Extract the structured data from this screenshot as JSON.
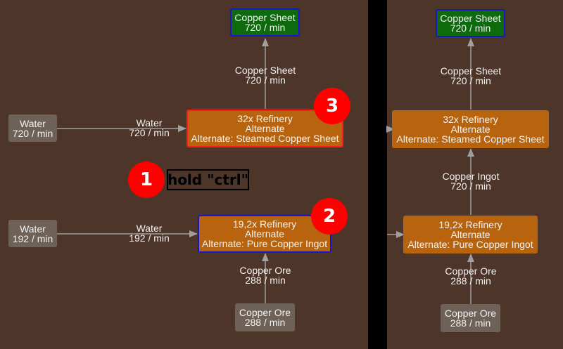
{
  "left": {
    "nodes": {
      "water_top": {
        "name": "Water",
        "rate": "720 / min"
      },
      "water_bottom": {
        "name": "Water",
        "rate": "192 / min"
      },
      "refinery_sheet": {
        "line1": "32x Refinery",
        "line2": "Alternate",
        "line3": "Alternate: Steamed Copper Sheet"
      },
      "refinery_ingot": {
        "line1": "19,2x Refinery",
        "line2": "Alternate",
        "line3": "Alternate: Pure Copper Ingot"
      },
      "output": {
        "name": "Copper Sheet",
        "rate": "720 / min"
      },
      "ore": {
        "name": "Copper Ore",
        "rate": "288 / min"
      }
    },
    "edges": {
      "water_top": {
        "name": "Water",
        "rate": "720 / min"
      },
      "water_bottom": {
        "name": "Water",
        "rate": "192 / min"
      },
      "sheet": {
        "name": "Copper Sheet",
        "rate": "720 / min"
      },
      "ore": {
        "name": "Copper Ore",
        "rate": "288 / min"
      }
    }
  },
  "right": {
    "nodes": {
      "output": {
        "name": "Copper Sheet",
        "rate": "720 / min"
      },
      "refinery_sheet": {
        "line1": "32x Refinery",
        "line2": "Alternate",
        "line3": "Alternate: Steamed Copper Sheet"
      },
      "refinery_ingot": {
        "line1": "19,2x Refinery",
        "line2": "Alternate",
        "line3": "Alternate: Pure Copper Ingot"
      },
      "ore": {
        "name": "Copper Ore",
        "rate": "288 / min"
      }
    },
    "edges": {
      "sheet": {
        "name": "Copper Sheet",
        "rate": "720 / min"
      },
      "ingot": {
        "name": "Copper Ingot",
        "rate": "720 / min"
      },
      "ore": {
        "name": "Copper Ore",
        "rate": "288 / min"
      }
    }
  },
  "annotations": {
    "badge1": "1",
    "badge2": "2",
    "badge3": "3",
    "hint": "hold \"ctrl\""
  },
  "colors": {
    "background": "#4e3529",
    "resource_node": "#6e6158",
    "recipe_node": "#b8640f",
    "output_node": "#0d6a0d",
    "selection_red": "#ff1a1a",
    "selection_blue": "#1717c8",
    "badge": "#ff0000"
  }
}
